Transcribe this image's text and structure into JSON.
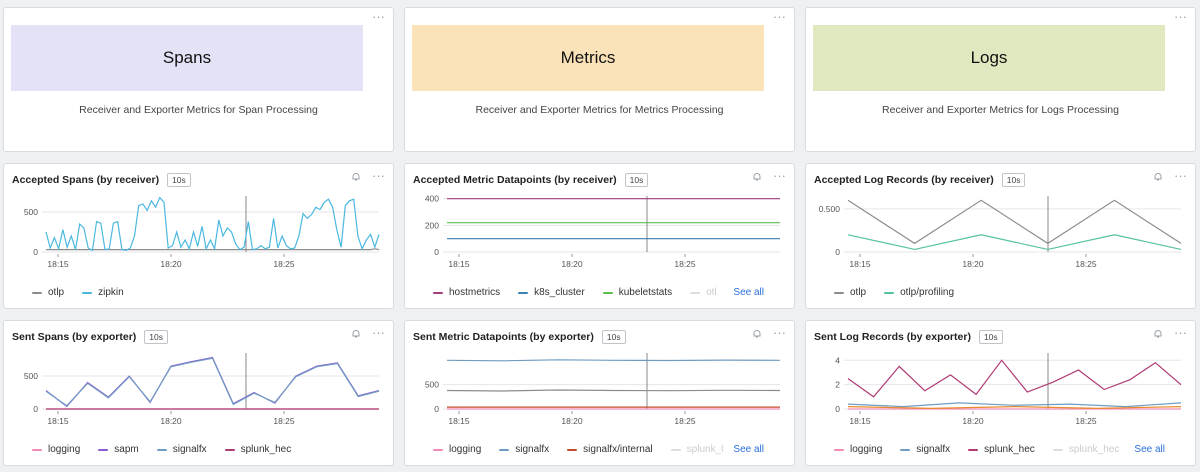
{
  "colors": {
    "otlp": "#8c8c8c",
    "zipkin": "#4ab8e0",
    "hostmetrics": "#a23d7c",
    "k8s_cluster": "#3a7fb0",
    "kubeletstats": "#5bbd4f",
    "otlp_profiling": "#55c29a",
    "logging": "#f28ab6",
    "sapm": "#8e58d0",
    "signalfx": "#6f9cc2",
    "splunk_hec": "#b03a74",
    "signalfx_internal": "#c44a2e",
    "splunk_hec_2": "#e88a2d"
  },
  "headers": [
    {
      "title": "Spans",
      "description": "Receiver and Exporter Metrics for Span Processing",
      "color": "#e3e2f6"
    },
    {
      "title": "Metrics",
      "description": "Receiver and Exporter Metrics for Metrics Processing",
      "color": "#fae3b8"
    },
    {
      "title": "Logs",
      "description": "Receiver and Exporter Metrics for Logs Processing",
      "color": "#e0e8bf"
    }
  ],
  "badge": "10s",
  "see_all": "See all",
  "charts": [
    {
      "title": "Accepted Spans (by receiver)",
      "legend": [
        {
          "label": "otlp",
          "key": "otlp"
        },
        {
          "label": "zipkin",
          "key": "zipkin"
        }
      ]
    },
    {
      "title": "Accepted Metric Datapoints (by receiver)",
      "legend": [
        {
          "label": "hostmetrics",
          "key": "hostmetrics"
        },
        {
          "label": "k8s_cluster",
          "key": "k8s_cluster"
        },
        {
          "label": "kubeletstats",
          "key": "kubeletstats"
        },
        {
          "label": "otl",
          "key": "otlp",
          "faded": true
        }
      ],
      "see_all": true
    },
    {
      "title": "Accepted Log Records (by receiver)",
      "legend": [
        {
          "label": "otlp",
          "key": "otlp"
        },
        {
          "label": "otlp/profiling",
          "key": "otlp_profiling"
        }
      ]
    },
    {
      "title": "Sent Spans (by exporter)",
      "legend": [
        {
          "label": "logging",
          "key": "logging"
        },
        {
          "label": "sapm",
          "key": "sapm"
        },
        {
          "label": "signalfx",
          "key": "signalfx"
        },
        {
          "label": "splunk_hec",
          "key": "splunk_hec"
        }
      ]
    },
    {
      "title": "Sent Metric Datapoints (by exporter)",
      "legend": [
        {
          "label": "logging",
          "key": "logging"
        },
        {
          "label": "signalfx",
          "key": "signalfx"
        },
        {
          "label": "signalfx/internal",
          "key": "signalfx_internal"
        },
        {
          "label": "splunk_h",
          "key": "otlp",
          "faded": true
        }
      ],
      "see_all": true
    },
    {
      "title": "Sent Log Records (by exporter)",
      "legend": [
        {
          "label": "logging",
          "key": "logging"
        },
        {
          "label": "signalfx",
          "key": "signalfx"
        },
        {
          "label": "splunk_hec",
          "key": "splunk_hec"
        },
        {
          "label": "splunk_hec",
          "key": "splunk_hec_2",
          "faded": true
        }
      ],
      "see_all": true
    }
  ],
  "chart_data": [
    {
      "type": "line",
      "title": "Accepted Spans (by receiver)",
      "x_ticks": [
        "18:15",
        "18:20",
        "18:25"
      ],
      "y_ticks": [
        "500",
        "0"
      ],
      "ylim": [
        0,
        700
      ],
      "series": [
        {
          "name": "otlp",
          "values": [
            30,
            30,
            30,
            30,
            30,
            30,
            30,
            30,
            30,
            30,
            30,
            30,
            30,
            30,
            30,
            30,
            30,
            30,
            30,
            30,
            30,
            30,
            30,
            30,
            30,
            30,
            30,
            30,
            30,
            30,
            30,
            30,
            30,
            30,
            30,
            30,
            30,
            30,
            30,
            30,
            30,
            30,
            30,
            30,
            30,
            30,
            30,
            30,
            30,
            30,
            30,
            30,
            30,
            30,
            30,
            30,
            30,
            30,
            30,
            30,
            30,
            30,
            30,
            30,
            30,
            30,
            30,
            30,
            30,
            30,
            30,
            30,
            30,
            30,
            30,
            30,
            30,
            30,
            40,
            30
          ]
        },
        {
          "name": "zipkin",
          "values": [
            250,
            50,
            180,
            40,
            280,
            60,
            200,
            30,
            350,
            300,
            50,
            20,
            380,
            360,
            30,
            40,
            360,
            380,
            30,
            20,
            50,
            200,
            580,
            600,
            520,
            640,
            560,
            680,
            620,
            50,
            80,
            250,
            60,
            150,
            40,
            250,
            70,
            320,
            40,
            150,
            40,
            400,
            200,
            300,
            250,
            100,
            30,
            60,
            380,
            30,
            40,
            80,
            40,
            60,
            420,
            50,
            200,
            80,
            40,
            50,
            200,
            480,
            420,
            470,
            560,
            530,
            620,
            660,
            560,
            280,
            60,
            580,
            640,
            660,
            200,
            40,
            150,
            220,
            60,
            220
          ]
        }
      ]
    },
    {
      "type": "line",
      "title": "Accepted Metric Datapoints (by receiver)",
      "x_ticks": [
        "18:15",
        "18:20",
        "18:25"
      ],
      "y_ticks": [
        "400",
        "200",
        "0"
      ],
      "ylim": [
        0,
        420
      ],
      "series": [
        {
          "name": "hostmetrics",
          "values": [
            400,
            400,
            400,
            400,
            400,
            400
          ]
        },
        {
          "name": "k8s_cluster",
          "values": [
            100,
            100,
            100,
            100,
            100,
            100
          ]
        },
        {
          "name": "kubeletstats",
          "values": [
            220,
            220,
            220,
            220,
            220,
            220
          ]
        }
      ]
    },
    {
      "type": "line",
      "title": "Accepted Log Records (by receiver)",
      "x_ticks": [
        "18:15",
        "18:20",
        "18:25"
      ],
      "y_ticks": [
        "0.500",
        "0"
      ],
      "ylim": [
        0,
        0.65
      ],
      "series": [
        {
          "name": "otlp",
          "values": [
            0.6,
            0.1,
            0.6,
            0.1,
            0.6,
            0.1
          ]
        },
        {
          "name": "otlp/profiling",
          "values": [
            0.2,
            0.03,
            0.2,
            0.03,
            0.2,
            0.03
          ]
        }
      ]
    },
    {
      "type": "line",
      "title": "Sent Spans (by exporter)",
      "x_ticks": [
        "18:15",
        "18:20",
        "18:25"
      ],
      "y_ticks": [
        "500",
        "0"
      ],
      "ylim": [
        0,
        850
      ],
      "series": [
        {
          "name": "logging",
          "values": [
            0,
            0,
            0,
            0
          ]
        },
        {
          "name": "sapm",
          "values": [
            280,
            40,
            400,
            180,
            500,
            100,
            650,
            720,
            780,
            80,
            250,
            90,
            500,
            650,
            700,
            200,
            280
          ]
        },
        {
          "name": "signalfx",
          "values": [
            270,
            50,
            390,
            170,
            490,
            110,
            640,
            710,
            770,
            70,
            240,
            100,
            490,
            640,
            690,
            190,
            270
          ]
        },
        {
          "name": "splunk_hec",
          "values": [
            0,
            0,
            0,
            0
          ]
        }
      ]
    },
    {
      "type": "line",
      "title": "Sent Metric Datapoints (by exporter)",
      "x_ticks": [
        "18:15",
        "18:20",
        "18:25"
      ],
      "y_ticks": [
        "500",
        "0"
      ],
      "ylim": [
        0,
        1150
      ],
      "series": [
        {
          "name": "logging",
          "values": [
            0,
            0,
            0,
            0
          ]
        },
        {
          "name": "signalfx",
          "values": [
            1000,
            990,
            1010,
            1000,
            995,
            1005,
            1000
          ]
        },
        {
          "name": "signalfx/internal",
          "values": [
            40,
            40,
            40,
            40
          ]
        },
        {
          "name": "splunk_hec",
          "values": [
            380,
            370,
            390,
            380,
            375,
            385,
            380
          ]
        }
      ]
    },
    {
      "type": "line",
      "title": "Sent Log Records (by exporter)",
      "x_ticks": [
        "18:15",
        "18:20",
        "18:25"
      ],
      "y_ticks": [
        "4",
        "2",
        "0"
      ],
      "ylim": [
        0,
        4.6
      ],
      "series": [
        {
          "name": "logging",
          "values": [
            0,
            0,
            0,
            0
          ]
        },
        {
          "name": "signalfx",
          "values": [
            0.4,
            0.2,
            0.5,
            0.3,
            0.4,
            0.2,
            0.5
          ]
        },
        {
          "name": "splunk_hec",
          "values": [
            2.5,
            1.0,
            3.5,
            1.5,
            2.8,
            1.2,
            4.0,
            1.4,
            2.2,
            3.2,
            1.6,
            2.4,
            3.8,
            2.0
          ]
        },
        {
          "name": "splunk_hec",
          "values": [
            0.2,
            0.05,
            0.2,
            0.05,
            0.2
          ]
        }
      ]
    }
  ]
}
